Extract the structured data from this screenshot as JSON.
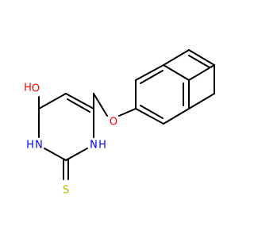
{
  "molecule": {
    "atoms": [
      {
        "id": "O_oh",
        "label": "O",
        "color": "#ff0000"
      },
      {
        "id": "H_oh",
        "label": "H",
        "color": "#ff0000"
      },
      {
        "id": "N1",
        "label": "N",
        "color": "#0000ff"
      },
      {
        "id": "H_n1",
        "label": "H",
        "color": "#0000ff"
      },
      {
        "id": "N2",
        "label": "N",
        "color": "#0000ff"
      },
      {
        "id": "H_n2",
        "label": "H",
        "color": "#0000ff"
      },
      {
        "id": "S",
        "label": "S",
        "color": "#b8b800"
      },
      {
        "id": "O_ether",
        "label": "O",
        "color": "#ff0000"
      }
    ],
    "bond_color": "#000000"
  }
}
